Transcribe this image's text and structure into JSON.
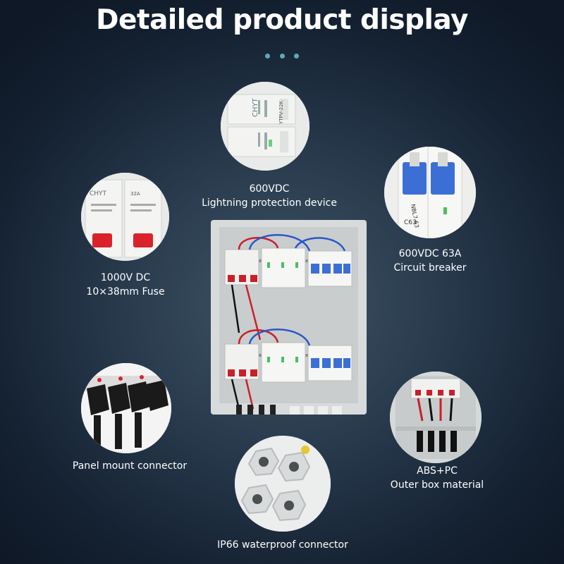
{
  "title": "Detailed product display",
  "features": {
    "spd": {
      "line1": "600VDC",
      "line2": "Lightning protection device"
    },
    "breaker": {
      "line1": "600VDC 63A",
      "line2": "Circuit breaker"
    },
    "fuse": {
      "line1": "1000V DC",
      "line2": "10×38mm Fuse"
    },
    "panel_connector": {
      "line1": "Panel mount connector"
    },
    "material": {
      "line1": "ABS+PC",
      "line2": "Outer box material"
    },
    "waterproof": {
      "line1": "IP66 waterproof connector"
    }
  },
  "product_markings": {
    "brand": "CHYT",
    "spd_model": "YTPV-22K",
    "breaker_model": "NBL7-63",
    "breaker_rating": "C63",
    "fuse_rating": "32A"
  },
  "colors": {
    "accent_dots": "#5fa8b8",
    "text": "#ffffff",
    "breaker_blue": "#3b6fd6",
    "fuse_red": "#d9222b"
  }
}
